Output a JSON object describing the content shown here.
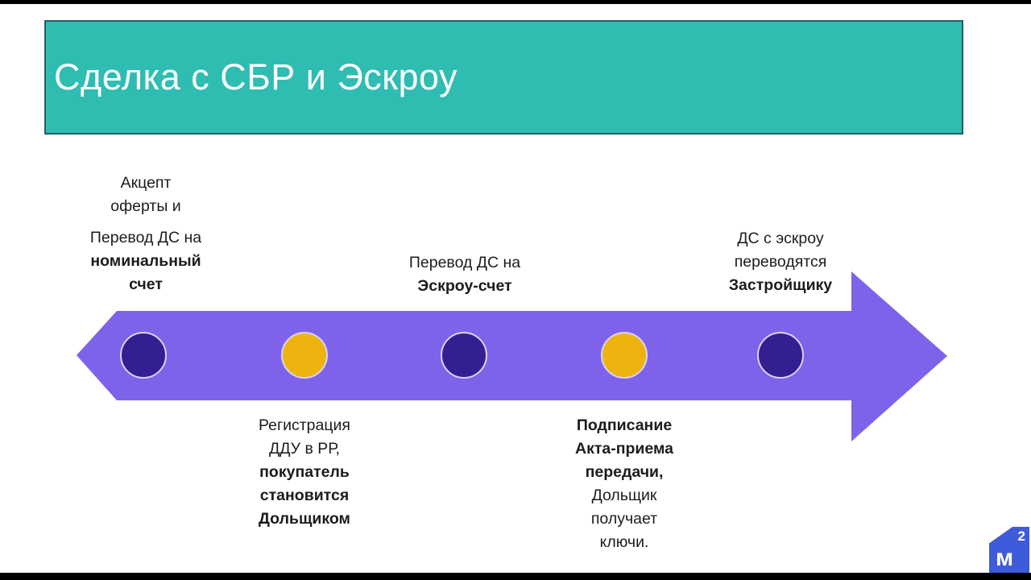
{
  "slide_title": "Сделка с СБР и Эскроу",
  "steps": [
    {
      "id": 1,
      "circle_color": "dark",
      "label_position": "above",
      "lines": [
        {
          "text": "Акцепт",
          "bold": false
        },
        {
          "text": "оферты и",
          "bold": false
        },
        {
          "text": "Перевод ДС на",
          "bold": false
        },
        {
          "text": "номинальный",
          "bold": true
        },
        {
          "text": "счет",
          "bold": true
        }
      ]
    },
    {
      "id": 2,
      "circle_color": "yellow",
      "label_position": "below",
      "lines": [
        {
          "text": "Регистрация",
          "bold": false
        },
        {
          "text": "ДДУ в РР,",
          "bold": false
        },
        {
          "text": "покупатель",
          "bold": true
        },
        {
          "text": "становится",
          "bold": true
        },
        {
          "text": "Дольщиком",
          "bold": true
        }
      ]
    },
    {
      "id": 3,
      "circle_color": "dark",
      "label_position": "above",
      "lines": [
        {
          "text": "Перевод ДС на",
          "bold": false
        },
        {
          "text": "Эскроу-счет",
          "bold": true
        }
      ]
    },
    {
      "id": 4,
      "circle_color": "yellow",
      "label_position": "below",
      "lines": [
        {
          "text": "Подписание",
          "bold": true
        },
        {
          "text": "Акта-приема",
          "bold": true
        },
        {
          "text": "передачи,",
          "bold": true
        },
        {
          "text": "Дольщик",
          "bold": false
        },
        {
          "text": "получает",
          "bold": false
        },
        {
          "text": "ключи.",
          "bold": false
        }
      ]
    },
    {
      "id": 5,
      "circle_color": "dark",
      "label_position": "above",
      "lines": [
        {
          "text": "ДС с эскроу",
          "bold": false
        },
        {
          "text": "переводятся",
          "bold": false
        },
        {
          "text": "Застройщику",
          "bold": true
        }
      ]
    }
  ],
  "logo": {
    "letter": "м",
    "superscript": "2"
  },
  "colors": {
    "header_bg": "#2fbdb1",
    "header_border": "#1f5f6b",
    "arrow": "#7e63ea",
    "circle_dark": "#331e92",
    "circle_yellow": "#edb40f",
    "logo_blue": "#3e5bdb",
    "letterbox": "#000000",
    "text": "#1c1c1c"
  }
}
